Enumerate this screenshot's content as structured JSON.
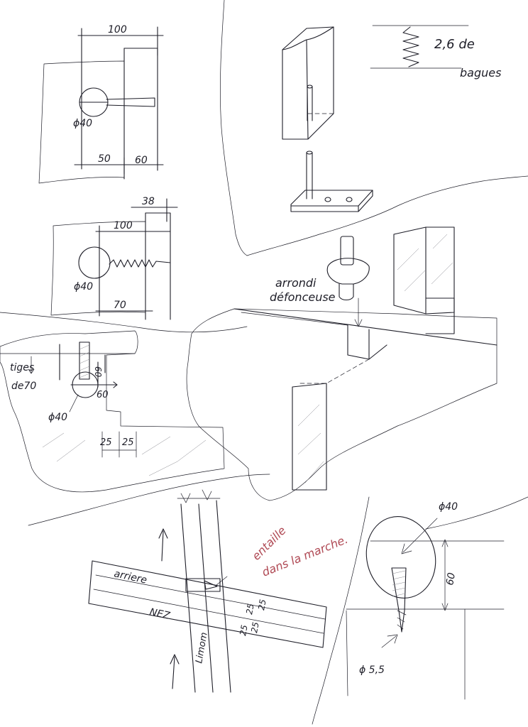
{
  "colors": {
    "ink": "#1e1e28",
    "red_note": "#b04a55",
    "background": "#ffffff"
  },
  "sketch1": {
    "dim_top": "100",
    "dim_bottom_left": "50",
    "dim_bottom_right": "60",
    "diameter": "ϕ40"
  },
  "sketch2": {
    "dim_38": "38",
    "dim_top": "100",
    "dim_bottom": "70",
    "diameter": "ϕ40"
  },
  "sketch3": {
    "rods_label_1": "tiges",
    "rods_label_2": "de70",
    "dim_60_v": "60",
    "dim_60_h": "60",
    "diameter": "ϕ40",
    "dim_25_left": "25",
    "dim_25_right": "25"
  },
  "spring_note": {
    "line1": "2,6 de",
    "line2": "bagues"
  },
  "router_note": {
    "line1": "arrondi",
    "line2": "défonceuse"
  },
  "stair_sketch": {
    "back_label": "arriere",
    "nose_label": "NEZ",
    "stringer_label": "Limom",
    "dim_a": "25",
    "dim_b": "25",
    "dim_c": "25",
    "dim_d": "25",
    "red_note_line1": "entaille",
    "red_note_line2": "dans la marche."
  },
  "detail_sketch": {
    "diameter_top": "ϕ40",
    "dim_60": "60",
    "diameter_bottom": "ϕ 5,5"
  }
}
